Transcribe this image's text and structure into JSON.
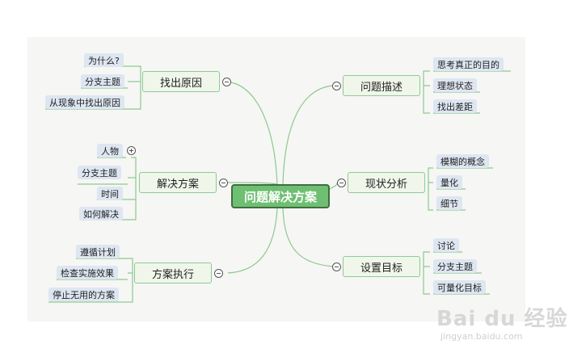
{
  "root": "问题解决方案",
  "colors": {
    "root_fill": "#6fbf73",
    "root_border": "#3f6e40",
    "branch_line": "#8cc98f",
    "leaf_fill": "#dde6f1",
    "main_fill": "#f0f6ea"
  },
  "branches": {
    "reason": {
      "label": "找出原因",
      "items": [
        "为什么?",
        "分支主题",
        "从现象中找出原因"
      ]
    },
    "solution": {
      "label": "解决方案",
      "items": [
        "人物",
        "分支主题",
        "时间",
        "如何解决"
      ]
    },
    "execute": {
      "label": "方案执行",
      "items": [
        "遵循计划",
        "检查实施效果",
        "停止无用的方案"
      ]
    },
    "describe": {
      "label": "问题描述",
      "items": [
        "思考真正的目的",
        "理想状态",
        "找出差距"
      ]
    },
    "status": {
      "label": "现状分析",
      "items": [
        "模糊的概念",
        "量化",
        "细节"
      ]
    },
    "goal": {
      "label": "设置目标",
      "items": [
        "讨论",
        "分支主题",
        "可量化目标"
      ]
    }
  },
  "icons": {
    "collapse": "minus-circle-icon",
    "expand": "plus-circle-icon"
  },
  "watermark": {
    "brand": "Bai du 经验",
    "url": "jingyan.baidu.com"
  }
}
